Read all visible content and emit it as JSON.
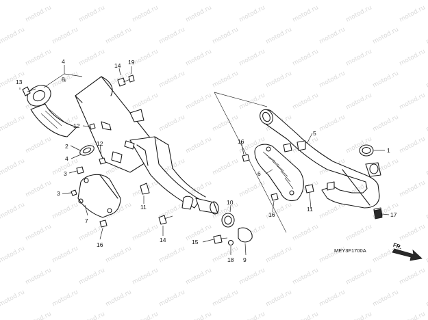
{
  "watermark": "motod.ru",
  "diagram_code": "MEY3F1700A",
  "direction_label": "FR.",
  "callouts": {
    "c1": "1",
    "c2": "2",
    "c3a": "3",
    "c3b": "3",
    "c4a": "4",
    "c4b": "4",
    "c5": "5",
    "c6": "6",
    "c7": "7",
    "c8": "8",
    "c9": "9",
    "c10": "10",
    "c11a": "11",
    "c11b": "11",
    "c12a": "12",
    "c12b": "12",
    "c13": "13",
    "c14a": "14",
    "c14b": "14",
    "c15": "15",
    "c16a": "16",
    "c16b": "16",
    "c16c": "16",
    "c17": "17",
    "c18": "18",
    "c19": "19"
  }
}
